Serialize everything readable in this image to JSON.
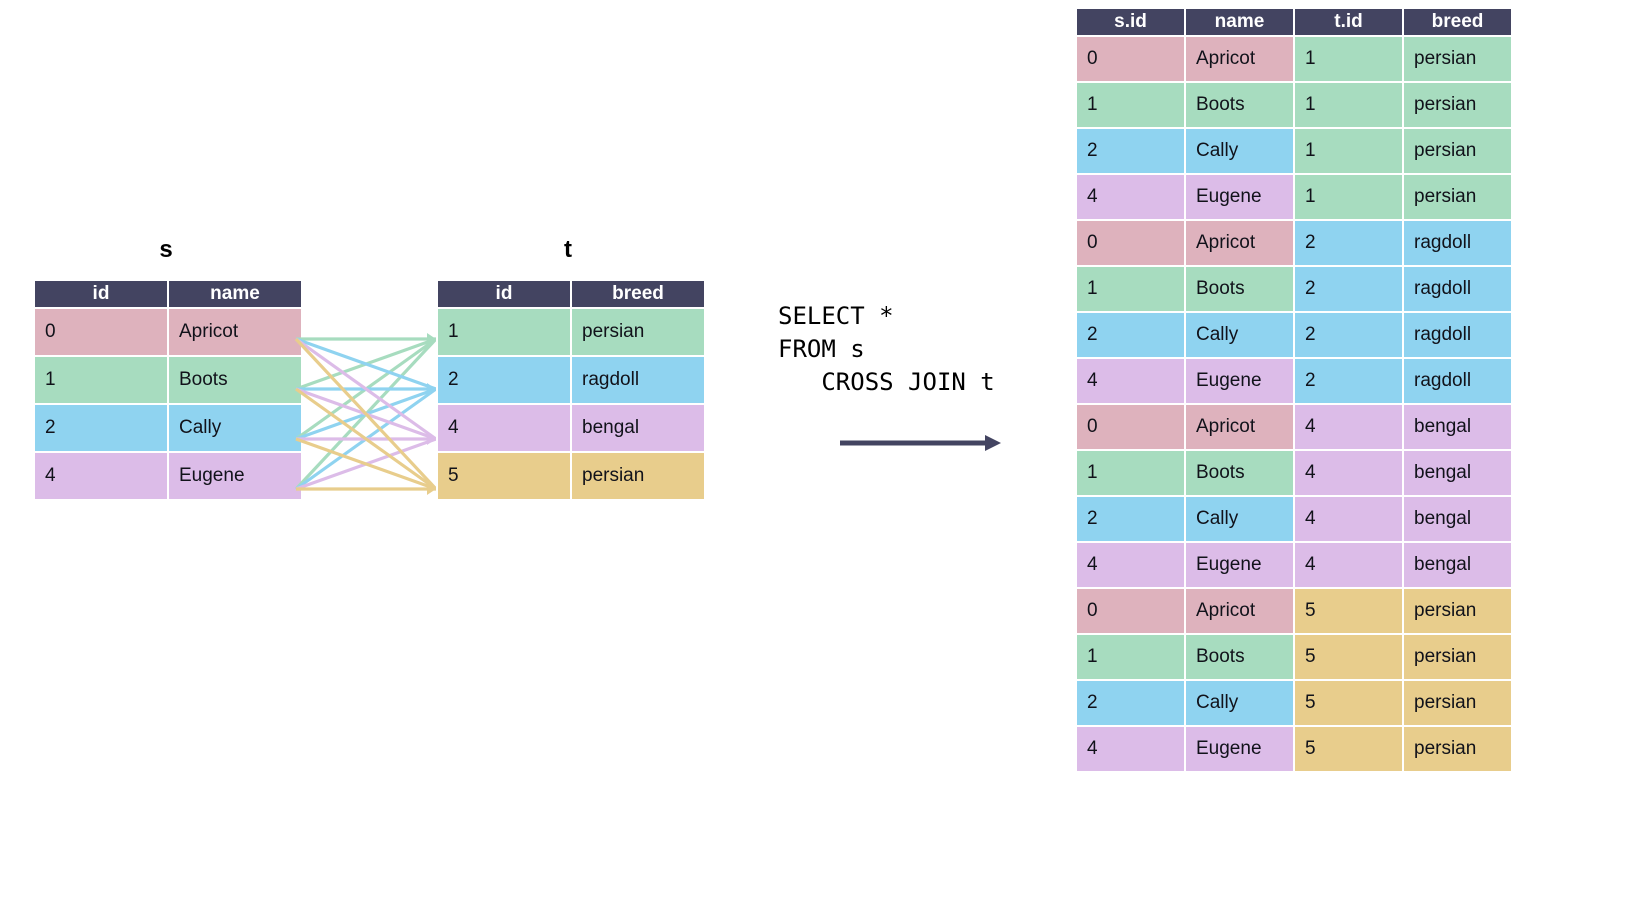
{
  "diagram": {
    "kind": "sql-cross-join-illustration",
    "palette": {
      "header": "#434461",
      "pink": "#deb2bd",
      "green": "#a7dcbf",
      "blue": "#8fd3f0",
      "purple": "#dcbce8",
      "gold": "#e8cd8c",
      "arrow": "#434461",
      "text": "#11121a"
    }
  },
  "source_table_s": {
    "caption": "s",
    "columns": [
      "id",
      "name"
    ],
    "rows": [
      {
        "id": "0",
        "name": "Apricot",
        "color": "pink"
      },
      {
        "id": "1",
        "name": "Boots",
        "color": "green"
      },
      {
        "id": "2",
        "name": "Cally",
        "color": "blue"
      },
      {
        "id": "4",
        "name": "Eugene",
        "color": "purple"
      }
    ]
  },
  "source_table_t": {
    "caption": "t",
    "columns": [
      "id",
      "breed"
    ],
    "rows": [
      {
        "id": "1",
        "breed": "persian",
        "color": "green"
      },
      {
        "id": "2",
        "breed": "ragdoll",
        "color": "blue"
      },
      {
        "id": "4",
        "breed": "bengal",
        "color": "purple"
      },
      {
        "id": "5",
        "breed": "persian",
        "color": "gold"
      }
    ]
  },
  "query": {
    "text": "SELECT *\nFROM s\n   CROSS JOIN t",
    "lines": [
      "SELECT *",
      "FROM s",
      "   CROSS JOIN t"
    ]
  },
  "result_table": {
    "columns": [
      "s.id",
      "name",
      "t.id",
      "breed"
    ],
    "row_count": 16,
    "rows": [
      {
        "s_id": "0",
        "name": "Apricot",
        "t_id": "1",
        "breed": "persian",
        "s_color": "pink",
        "t_color": "green"
      },
      {
        "s_id": "1",
        "name": "Boots",
        "t_id": "1",
        "breed": "persian",
        "s_color": "green",
        "t_color": "green"
      },
      {
        "s_id": "2",
        "name": "Cally",
        "t_id": "1",
        "breed": "persian",
        "s_color": "blue",
        "t_color": "green"
      },
      {
        "s_id": "4",
        "name": "Eugene",
        "t_id": "1",
        "breed": "persian",
        "s_color": "purple",
        "t_color": "green"
      },
      {
        "s_id": "0",
        "name": "Apricot",
        "t_id": "2",
        "breed": "ragdoll",
        "s_color": "pink",
        "t_color": "blue"
      },
      {
        "s_id": "1",
        "name": "Boots",
        "t_id": "2",
        "breed": "ragdoll",
        "s_color": "green",
        "t_color": "blue"
      },
      {
        "s_id": "2",
        "name": "Cally",
        "t_id": "2",
        "breed": "ragdoll",
        "s_color": "blue",
        "t_color": "blue"
      },
      {
        "s_id": "4",
        "name": "Eugene",
        "t_id": "2",
        "breed": "ragdoll",
        "s_color": "purple",
        "t_color": "blue"
      },
      {
        "s_id": "0",
        "name": "Apricot",
        "t_id": "4",
        "breed": "bengal",
        "s_color": "pink",
        "t_color": "purple"
      },
      {
        "s_id": "1",
        "name": "Boots",
        "t_id": "4",
        "breed": "bengal",
        "s_color": "green",
        "t_color": "purple"
      },
      {
        "s_id": "2",
        "name": "Cally",
        "t_id": "4",
        "breed": "bengal",
        "s_color": "blue",
        "t_color": "purple"
      },
      {
        "s_id": "4",
        "name": "Eugene",
        "t_id": "4",
        "breed": "bengal",
        "s_color": "purple",
        "t_color": "purple"
      },
      {
        "s_id": "0",
        "name": "Apricot",
        "t_id": "5",
        "breed": "persian",
        "s_color": "pink",
        "t_color": "gold"
      },
      {
        "s_id": "1",
        "name": "Boots",
        "t_id": "5",
        "breed": "persian",
        "s_color": "green",
        "t_color": "gold"
      },
      {
        "s_id": "2",
        "name": "Cally",
        "t_id": "5",
        "breed": "persian",
        "s_color": "blue",
        "t_color": "gold"
      },
      {
        "s_id": "4",
        "name": "Eugene",
        "t_id": "5",
        "breed": "persian",
        "s_color": "purple",
        "t_color": "gold"
      }
    ]
  },
  "join_edges": {
    "description": "every row of s connects to every row of t (4x4 = 16 edges)",
    "line_colors": [
      "green",
      "blue",
      "purple",
      "gold"
    ],
    "edges": [
      {
        "from": 0,
        "to": 0,
        "color": "green"
      },
      {
        "from": 0,
        "to": 1,
        "color": "blue"
      },
      {
        "from": 0,
        "to": 2,
        "color": "purple"
      },
      {
        "from": 0,
        "to": 3,
        "color": "gold"
      },
      {
        "from": 1,
        "to": 0,
        "color": "green"
      },
      {
        "from": 1,
        "to": 1,
        "color": "blue"
      },
      {
        "from": 1,
        "to": 2,
        "color": "purple"
      },
      {
        "from": 1,
        "to": 3,
        "color": "gold"
      },
      {
        "from": 2,
        "to": 0,
        "color": "green"
      },
      {
        "from": 2,
        "to": 1,
        "color": "blue"
      },
      {
        "from": 2,
        "to": 2,
        "color": "purple"
      },
      {
        "from": 2,
        "to": 3,
        "color": "gold"
      },
      {
        "from": 3,
        "to": 0,
        "color": "green"
      },
      {
        "from": 3,
        "to": 1,
        "color": "blue"
      },
      {
        "from": 3,
        "to": 2,
        "color": "purple"
      },
      {
        "from": 3,
        "to": 3,
        "color": "gold"
      }
    ]
  }
}
